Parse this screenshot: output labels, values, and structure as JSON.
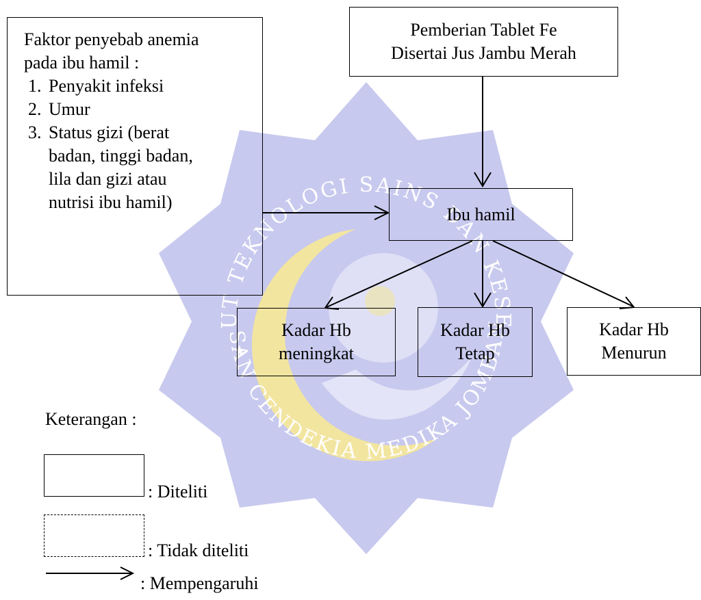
{
  "watermark": {
    "ring_text_top": "INSTITUT TEKNOLOGI SAINS DAN KESEHATAN",
    "ring_text_bottom": "INSAN CENDEKIA MEDIKA JOMBANG",
    "star": "★",
    "colors": {
      "fill": "#c8c9ee",
      "gold": "#f2e5a0",
      "text": "#ffffff"
    }
  },
  "nodes": {
    "factors": {
      "heading": "Faktor penyebab anemia pada ibu hamil :",
      "items": [
        "Penyakit infeksi",
        "Umur",
        "Status gizi (berat badan, tinggi badan, lila dan gizi atau nutrisi ibu hamil)"
      ]
    },
    "intervention": {
      "line1": "Pemberian Tablet Fe",
      "line2": "Disertai Jus Jambu Merah"
    },
    "mother": {
      "label": "Ibu hamil"
    },
    "hb_up": {
      "line1": "Kadar Hb",
      "line2": "meningkat"
    },
    "hb_same": {
      "line1": "Kadar Hb",
      "line2": "Tetap"
    },
    "hb_down": {
      "line1": "Kadar Hb",
      "line2": "Menurun"
    }
  },
  "legend": {
    "title": "Keterangan :",
    "solid_label": ": Diteliti",
    "dashed_label": ": Tidak diteliti",
    "arrow_label": ": Mempengaruhi"
  }
}
